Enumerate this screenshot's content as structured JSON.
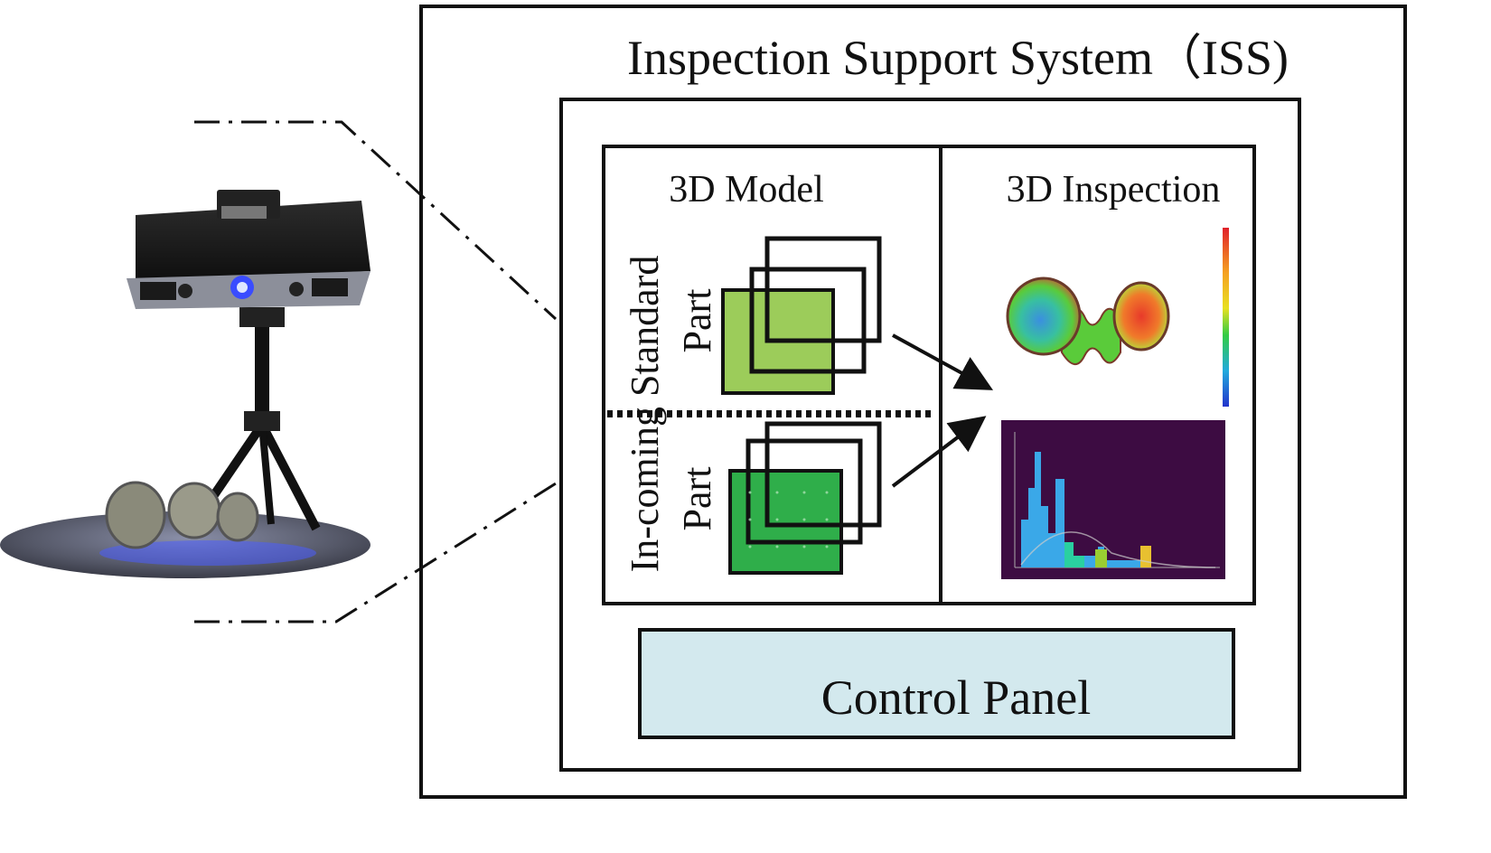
{
  "system": {
    "title": "Inspection Support System（ISS)"
  },
  "model_panel": {
    "title": "3D Model",
    "vertical_label": "In-coming Standard",
    "standard_part_label": "Part",
    "incoming_part_label": "Part"
  },
  "inspection_panel": {
    "title": "3D Inspection"
  },
  "control_panel": {
    "label": "Control Panel"
  },
  "colors": {
    "frame": "#111111",
    "control_panel_fill": "#d3e9ee",
    "standard_part_fill": "#9ccc5a",
    "incoming_part_fill": "#2fae4a",
    "histogram_bg": "#3d0c42",
    "scanner_body": "#1a1a1a",
    "turntable": "#5a5a66"
  },
  "icons": {
    "scanner": "3d-scanner-on-tripod-image",
    "color_map": "deviation-color-map-image",
    "histogram": "deviation-histogram-image"
  }
}
